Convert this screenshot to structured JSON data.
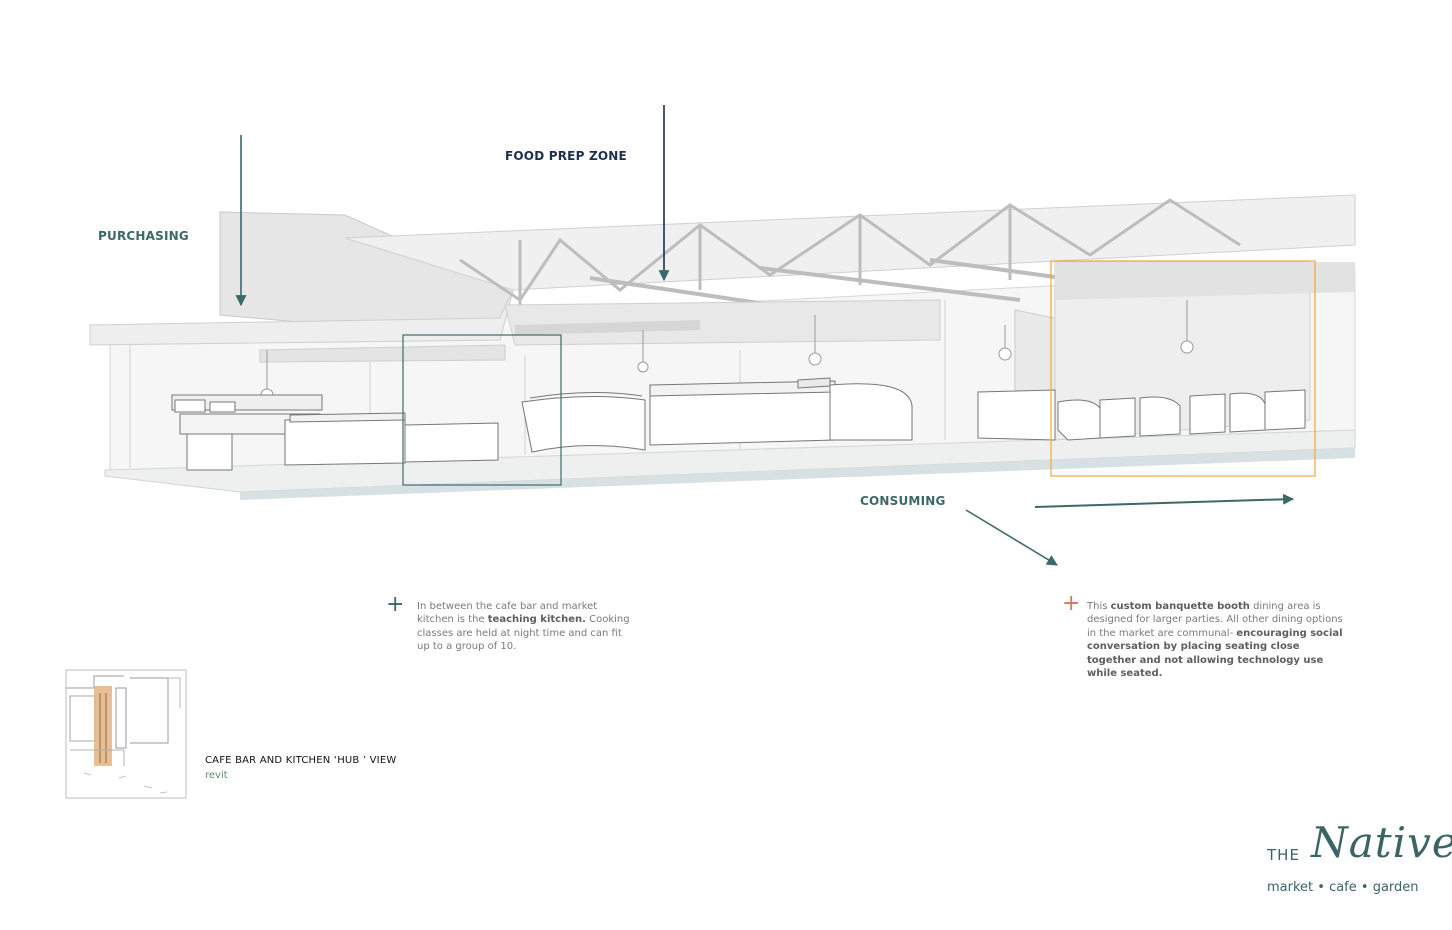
{
  "labels": {
    "purchasing": "PURCHASING",
    "food_prep_zone": "FOOD PREP ZONE",
    "consuming": "CONSUMING"
  },
  "notes": {
    "left": {
      "t1": "In between the cafe bar and market kitchen is the ",
      "b1": "teaching kitchen.",
      "t2": " Cooking classes are held at night time and can fit up to a group of 10."
    },
    "right": {
      "t1": "This ",
      "b1": "custom banquette booth",
      "t2": " dining area is designed for larger parties. All other dining options in the market are communal- ",
      "b2": "encouraging social conversation by placing seating close together and not allowing technology use while seated."
    },
    "plus_symbol": "+"
  },
  "caption": {
    "title": "CAFE BAR AND KITCHEN ‘HUB ’ VIEW",
    "subtitle": "revit"
  },
  "logo": {
    "the": "THE",
    "name": "Native",
    "tagline": "market • cafe • garden"
  },
  "colors": {
    "teal": "#3d6868",
    "navy": "#1c2f4f",
    "orange_highlight": "#f0a640",
    "highlight_box_teal": "#3f6b6b",
    "plus_orange": "#d07a52",
    "plan_highlight": "#e6b888"
  },
  "icons": {
    "purchasing_arrow": "arrow-down-icon",
    "prep_arrow": "arrow-down-icon",
    "consuming_arrows": "arrow-right-icon"
  }
}
